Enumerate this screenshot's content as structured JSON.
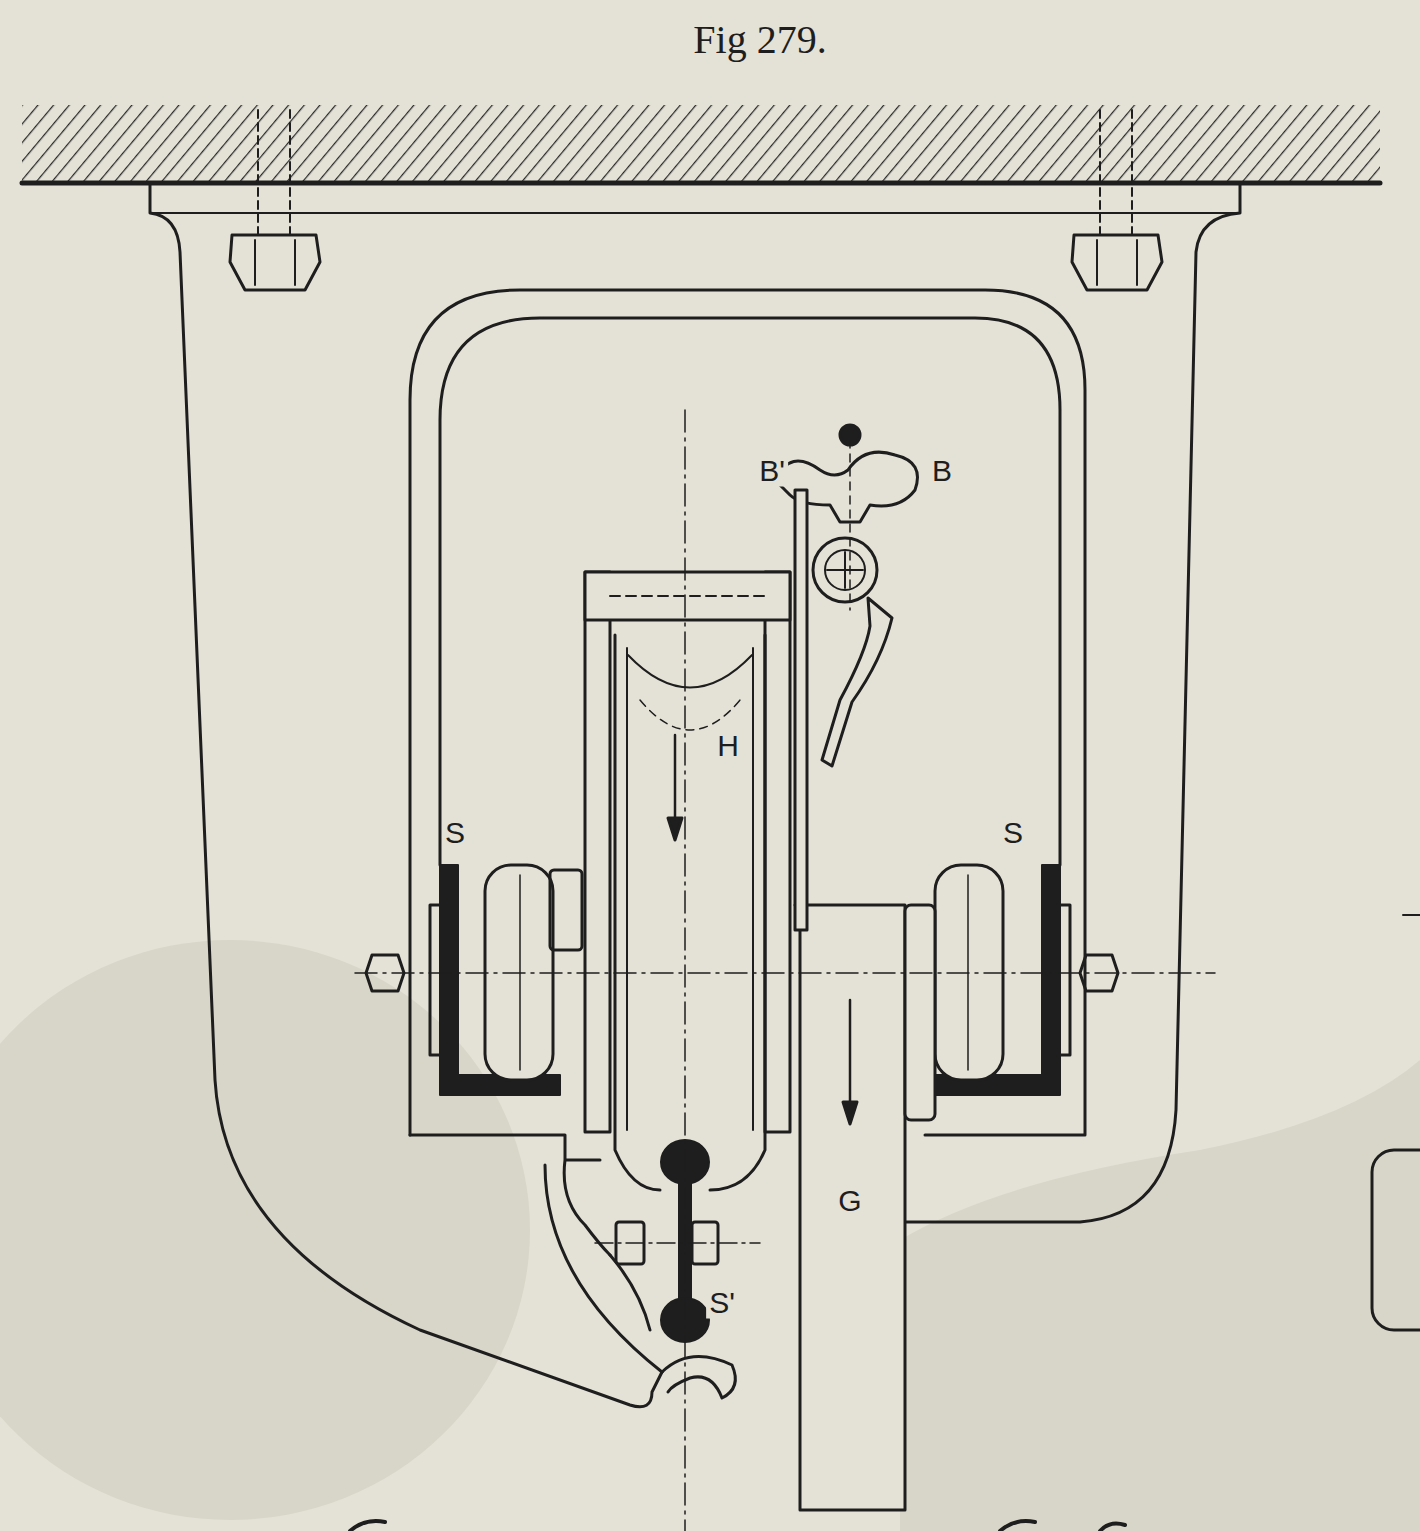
{
  "diagram": {
    "title": "Fig 279.",
    "labels": [
      "B'",
      "B",
      "H",
      "S",
      "S",
      "G",
      "S'"
    ]
  }
}
